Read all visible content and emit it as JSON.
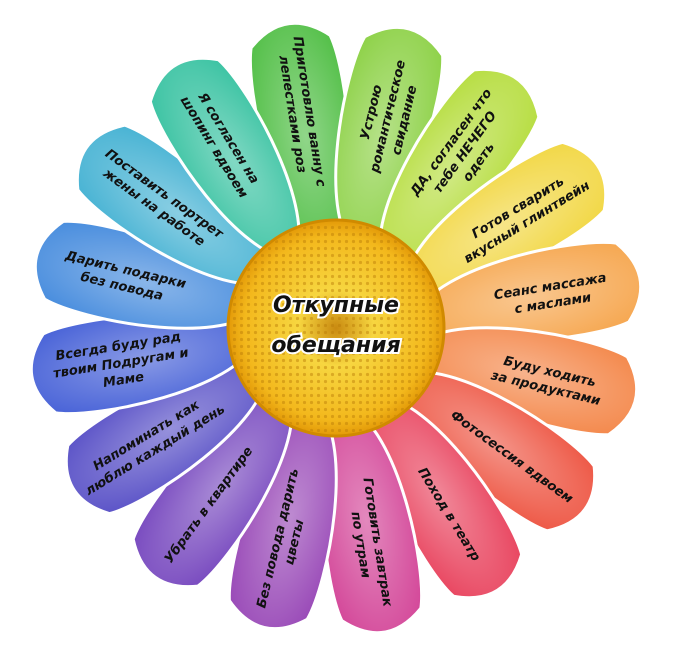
{
  "center": {
    "title_lines": [
      "Откупные",
      "обещания"
    ]
  },
  "colors": {
    "center_outer": "#f0a800",
    "center_inner": "#f7d640",
    "center_core": "#c98a10"
  },
  "petals": [
    {
      "lines": [
        "Приготовлю ванну с",
        "лепестками роз"
      ],
      "color": "#55c04a"
    },
    {
      "lines": [
        "Устрою",
        "романтическое",
        "свидание"
      ],
      "color": "#8fd24a"
    },
    {
      "lines": [
        "ДА, согласен что",
        "тебе НЕЧЕГО",
        "одеть"
      ],
      "color": "#b8de44"
    },
    {
      "lines": [
        "Готов сварить",
        "вкусный глинтвейн"
      ],
      "color": "#f2d848"
    },
    {
      "lines": [
        "Сеанс массажа",
        "с маслами"
      ],
      "color": "#f6a852"
    },
    {
      "lines": [
        "Буду ходить",
        "за продуктами"
      ],
      "color": "#f48a4e"
    },
    {
      "lines": [
        "Фотосессия вдвоем"
      ],
      "color": "#ee5a48"
    },
    {
      "lines": [
        "Поход в театр"
      ],
      "color": "#e94862"
    },
    {
      "lines": [
        "Готовить завтрак",
        "по утрам"
      ],
      "color": "#d4499a"
    },
    {
      "lines": [
        "Без повода дарить",
        "цветы"
      ],
      "color": "#9a4bb8"
    },
    {
      "lines": [
        "Убрать в квартире"
      ],
      "color": "#7a4cc0"
    },
    {
      "lines": [
        "Напоминать как",
        "люблю каждый день"
      ],
      "color": "#5d55c8"
    },
    {
      "lines": [
        "Всегда буду рад",
        "твоим Подругам и",
        "Маме"
      ],
      "color": "#4a64d8"
    },
    {
      "lines": [
        "Дарить подарки",
        "без повода"
      ],
      "color": "#4a8ede"
    },
    {
      "lines": [
        "Поставить портрет",
        "жены на работе"
      ],
      "color": "#4ab4d4"
    },
    {
      "lines": [
        "Я согласен на",
        "шопинг вдвоем"
      ],
      "color": "#3ec4a4"
    }
  ]
}
